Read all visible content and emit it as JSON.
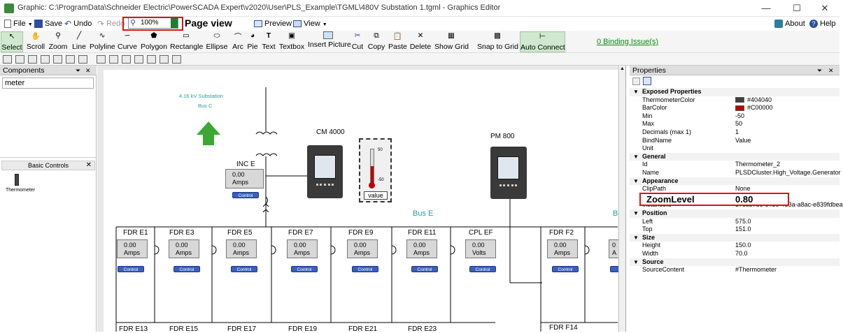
{
  "window": {
    "title": "Graphic: C:\\ProgramData\\Schneider Electric\\PowerSCADA Expert\\v2020\\User\\PLS_Example\\TGML\\480V Substation 1.tgml - Graphics Editor"
  },
  "menubar": {
    "file": "File",
    "save": "Save",
    "undo": "Undo",
    "redo": "Redo",
    "zoom_value": "100%",
    "page_view_annotation": "Page view",
    "preview": "Preview",
    "view": "View",
    "about": "About",
    "help": "Help"
  },
  "tools": [
    {
      "id": "select",
      "label": "Select"
    },
    {
      "id": "scroll",
      "label": "Scroll"
    },
    {
      "id": "zoom",
      "label": "Zoom"
    },
    {
      "id": "line",
      "label": "Line"
    },
    {
      "id": "polyline",
      "label": "Polyline"
    },
    {
      "id": "curve",
      "label": "Curve"
    },
    {
      "id": "polygon",
      "label": "Polygon"
    },
    {
      "id": "rectangle",
      "label": "Rectangle"
    },
    {
      "id": "ellipse",
      "label": "Ellipse"
    },
    {
      "id": "arc",
      "label": "Arc"
    },
    {
      "id": "pie",
      "label": "Pie"
    },
    {
      "id": "text",
      "label": "Text"
    },
    {
      "id": "textbox",
      "label": "Textbox"
    },
    {
      "id": "insert-picture",
      "label": "Insert Picture"
    },
    {
      "id": "cut",
      "label": "Cut"
    },
    {
      "id": "copy",
      "label": "Copy"
    },
    {
      "id": "paste",
      "label": "Paste"
    },
    {
      "id": "delete",
      "label": "Delete"
    },
    {
      "id": "show-grid",
      "label": "Show Grid"
    },
    {
      "id": "snap-to-grid",
      "label": "Snap to Grid"
    },
    {
      "id": "auto-connect",
      "label": "Auto Connect"
    }
  ],
  "binding_issues": "0 Binding Issue(s)",
  "components_panel": {
    "title": "Components",
    "search_value": "meter",
    "group": "Basic Controls",
    "items": [
      {
        "label": "Thermometer"
      }
    ]
  },
  "canvas": {
    "substation_label_line1": "4.16 kV Substation",
    "substation_label_line2": "Bus C",
    "cm_label": "CM 4000",
    "pm_label": "PM 800",
    "inc": {
      "name": "INC E",
      "value": "0.00",
      "unit": "Amps",
      "control": "Control"
    },
    "thermo_value": "value",
    "thermo_scale_top": "50",
    "thermo_scale_bottom": "-50",
    "bus_e": "Bus E",
    "bus_f_partial": "B",
    "feeders": [
      {
        "name": "FDR E1",
        "value": "0.00",
        "unit": "Amps",
        "control": "Control"
      },
      {
        "name": "FDR E3",
        "value": "0.00",
        "unit": "Amps",
        "control": "Control"
      },
      {
        "name": "FDR E5",
        "value": "0.00",
        "unit": "Amps",
        "control": "Control"
      },
      {
        "name": "FDR E7",
        "value": "0.00",
        "unit": "Amps",
        "control": "Control"
      },
      {
        "name": "FDR E9",
        "value": "0.00",
        "unit": "Amps",
        "control": "Control"
      },
      {
        "name": "FDR E11",
        "value": "0.00",
        "unit": "Amps",
        "control": "Control"
      },
      {
        "name": "CPL EF",
        "value": "0.00",
        "unit": "Volts",
        "control": "Control"
      },
      {
        "name": "FDR F2",
        "value": "0.00",
        "unit": "Amps",
        "control": "Control"
      }
    ],
    "bottom_partial": [
      "FDR E13",
      "FDR E15",
      "FDR E17",
      "FDR E19",
      "FDR E21",
      "FDR E23",
      "FDR F14"
    ]
  },
  "properties_panel": {
    "title": "Properties",
    "zoom_annotation_name": "ZoomLevel",
    "zoom_annotation_value": "0.80",
    "sections": [
      {
        "name": "Exposed Properties",
        "rows": [
          {
            "name": "ThermometerColor",
            "value": "#404040",
            "swatch": "#404040"
          },
          {
            "name": "BarColor",
            "value": "#C00000",
            "swatch": "#C00000"
          },
          {
            "name": "Min",
            "value": "-50"
          },
          {
            "name": "Max",
            "value": "50"
          },
          {
            "name": "Decimals (max 1)",
            "value": "1"
          },
          {
            "name": "BindName",
            "value": "Value"
          },
          {
            "name": "Unit",
            "value": ""
          }
        ]
      },
      {
        "name": "General",
        "rows": [
          {
            "name": "Id",
            "value": "Thermometer_2"
          },
          {
            "name": "Name",
            "value": "PLSDCluster.High_Voltage.Generator"
          }
        ]
      },
      {
        "name": "Appearance",
        "rows": [
          {
            "name": "ClipPath",
            "value": "None"
          },
          {
            "name": "ZoomLevel",
            "value": "0.80"
          },
          {
            "name": "InstanceId",
            "value": "37cdb7d6-e4e0-4e3a-a8ac-e839fdbea"
          }
        ]
      },
      {
        "name": "Position",
        "rows": [
          {
            "name": "Left",
            "value": "575.0"
          },
          {
            "name": "Top",
            "value": "151.0"
          }
        ]
      },
      {
        "name": "Size",
        "rows": [
          {
            "name": "Height",
            "value": "150.0"
          },
          {
            "name": "Width",
            "value": "70.0"
          }
        ]
      },
      {
        "name": "Source",
        "rows": [
          {
            "name": "SourceContent",
            "value": "#Thermometer"
          }
        ]
      }
    ]
  },
  "colors": {
    "accent_green": "#1e7e2e",
    "annotation_red": "#e01010",
    "bus_text": "#2a9a9a",
    "control_blue": "#3a5fc2"
  }
}
